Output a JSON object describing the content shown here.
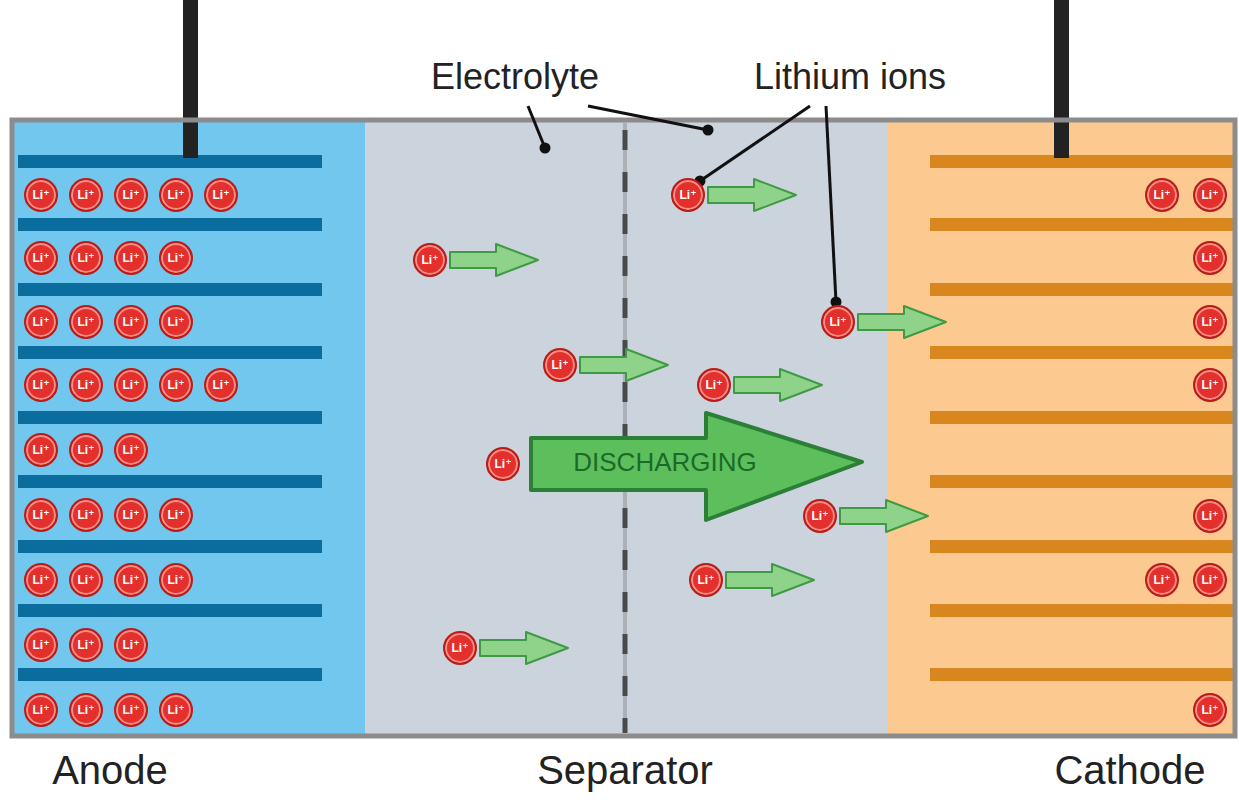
{
  "diagram": {
    "nodes": [
      {
        "text": [
          "Anode"
        ]
      },
      {
        "text": [
          "Li⁺"
        ],
        "in": 0
      },
      {
        "text": [
          "Li⁺"
        ],
        "in": 0
      },
      {
        "text": [
          "Li⁺"
        ],
        "in": 0
      },
      {
        "text": [
          "Li⁺"
        ],
        "in": 0
      },
      {
        "text": [
          "Li⁺"
        ],
        "in": 0
      },
      {
        "text": [
          "Li⁺"
        ],
        "in": 0
      },
      {
        "text": [
          "Li⁺"
        ],
        "in": 0
      },
      {
        "text": [
          "Li⁺"
        ],
        "in": 0
      },
      {
        "text": [
          "Li⁺"
        ],
        "in": 0
      },
      {
        "text": [
          "Li⁺"
        ],
        "in": 0
      },
      {
        "text": [
          "Li⁺"
        ],
        "in": 0
      },
      {
        "text": [
          "Li⁺"
        ],
        "in": 0
      },
      {
        "text": [
          "Li⁺"
        ],
        "in": 0
      },
      {
        "text": [
          "Li⁺"
        ],
        "in": 0
      },
      {
        "text": [
          "Li⁺"
        ],
        "in": 0
      },
      {
        "text": [
          "Li⁺"
        ],
        "in": 0
      },
      {
        "text": [
          "Li⁺"
        ],
        "in": 0
      },
      {
        "text": [
          "Li⁺"
        ],
        "in": 0
      },
      {
        "text": [
          "Li⁺"
        ],
        "in": 0
      },
      {
        "text": [
          "Li⁺"
        ],
        "in": 0
      },
      {
        "text": [
          "Li⁺"
        ],
        "in": 0
      },
      {
        "text": [
          "Li⁺"
        ],
        "in": 0
      },
      {
        "text": [
          "Li⁺"
        ],
        "in": 0
      },
      {
        "text": [
          "Li⁺"
        ],
        "in": 0
      },
      {
        "text": [
          "Li⁺"
        ],
        "in": 0
      },
      {
        "text": [
          "Li⁺"
        ],
        "in": 0
      },
      {
        "text": [
          "Li⁺"
        ],
        "in": 0
      },
      {
        "text": [
          "Li⁺"
        ],
        "in": 0
      },
      {
        "text": [
          "Li⁺"
        ],
        "in": 0
      },
      {
        "text": [
          "Li⁺"
        ],
        "in": 0
      },
      {
        "text": [
          "Li⁺"
        ],
        "in": 0
      },
      {
        "text": [
          "Li⁺"
        ],
        "in": 0
      },
      {
        "text": [
          "Li⁺"
        ],
        "in": 0
      },
      {
        "text": [
          "Li⁺"
        ],
        "in": 0
      },
      {
        "text": [
          "Li⁺"
        ],
        "in": 0
      },
      {
        "text": [
          "Li⁺"
        ],
        "in": 0
      },
      {
        "text": [
          "Li⁺"
        ]
      },
      {
        "text": [
          "Li⁺"
        ]
      },
      {
        "text": [
          "Li⁺"
        ]
      },
      {
        "text": [
          "Li⁺"
        ]
      },
      {
        "text": [
          "Li⁺"
        ]
      },
      {
        "text": [
          "Li⁺"
        ]
      },
      {
        "text": [
          "Li⁺"
        ]
      },
      {
        "text": [
          "Li⁺"
        ]
      },
      {
        "text": [
          "Li⁺"
        ]
      },
      {
        "text": [
          "DISCHARGING"
        ]
      },
      {
        "text": [
          "Cathode"
        ]
      },
      {
        "text": [
          "Li⁺"
        ],
        "in": 47
      },
      {
        "text": [
          "Li⁺"
        ],
        "in": 47
      },
      {
        "text": [
          "Li⁺"
        ],
        "in": 47
      },
      {
        "text": [
          "Li⁺"
        ],
        "in": 47
      },
      {
        "text": [
          "Li⁺"
        ],
        "in": 47
      },
      {
        "text": [
          "Li⁺"
        ],
        "in": 47
      },
      {
        "text": [
          "Li⁺"
        ],
        "in": 47
      },
      {
        "text": [
          "Li⁺"
        ],
        "in": 47
      },
      {
        "text": [
          "Li⁺"
        ],
        "in": 47
      }
    ],
    "labels": [
      "Electrolyte",
      "Lithium ions",
      "Separator"
    ]
  }
}
